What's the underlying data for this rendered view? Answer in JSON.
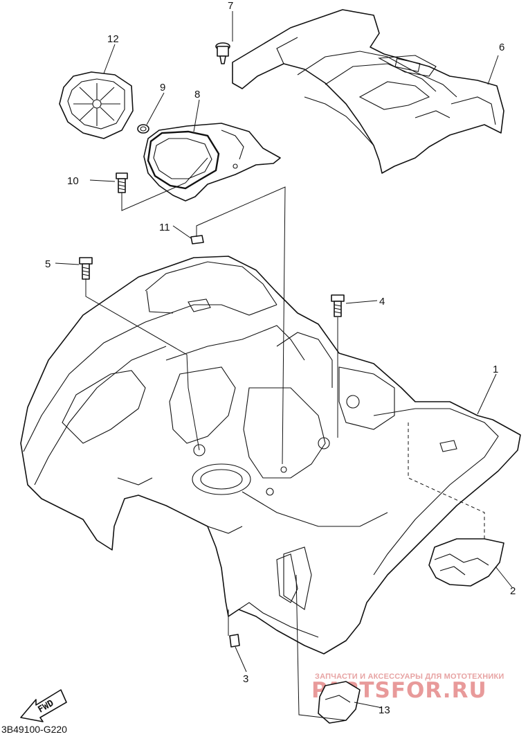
{
  "diagram": {
    "drawing_code": "3B49100-G220",
    "direction_label": "FWD",
    "callouts": [
      "1",
      "2",
      "3",
      "4",
      "5",
      "6",
      "7",
      "8",
      "9",
      "10",
      "11",
      "12",
      "13"
    ]
  },
  "watermark": {
    "tagline": "ЗАПЧАСТИ И АКСЕССУАРЫ ДЛЯ МОТОТЕХНИКИ",
    "brand": "PARTSFOR.RU",
    "color": "#e89a9a"
  }
}
